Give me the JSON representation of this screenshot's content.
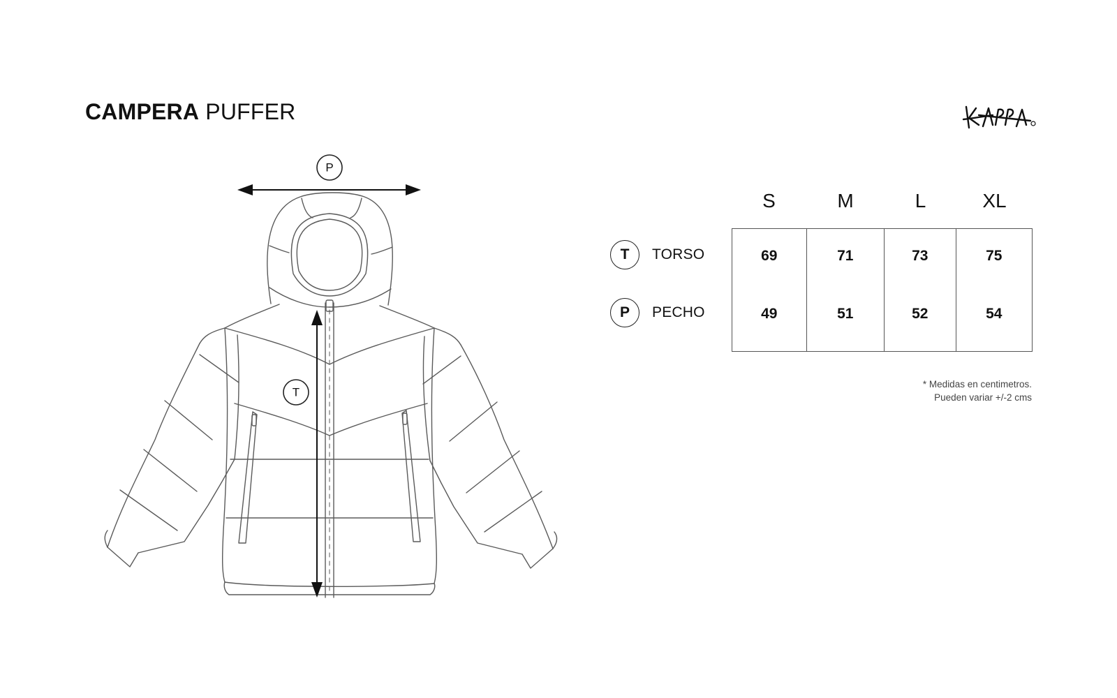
{
  "title": {
    "bold": "CAMPERA",
    "light": "PUFFER"
  },
  "brand_logo": {
    "text": "KAPPA",
    "icon": "signature-logo"
  },
  "diagram": {
    "chest_badge": "P",
    "torso_badge": "T"
  },
  "size_table": {
    "sizes": [
      "S",
      "M",
      "L",
      "XL"
    ],
    "rows": [
      {
        "code": "T",
        "label": "TORSO",
        "values": [
          "69",
          "71",
          "73",
          "75"
        ]
      },
      {
        "code": "P",
        "label": "PECHO",
        "values": [
          "49",
          "51",
          "52",
          "54"
        ]
      }
    ]
  },
  "note": {
    "line1": "* Medidas en centimetros.",
    "line2": "Pueden variar +/-2 cms"
  }
}
